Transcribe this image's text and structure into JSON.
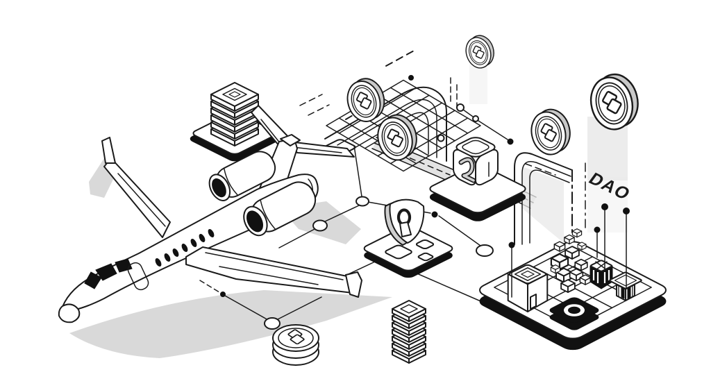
{
  "title": "Isometric illustration: private jet with blockchain / DAO concept",
  "labels": {
    "dao": "DAO"
  },
  "palette": {
    "ink": "#1a1a1a",
    "paper": "#ffffff",
    "shadow": "#d9d9d9",
    "light_band": "#e9e9e9",
    "coin_rim": "#c9c9c9"
  },
  "elements": [
    "private-jet-illustration",
    "crypto-coin-token (two interlocked squares logo) x6",
    "flat-coin-stack",
    "layered-data-stack on platform",
    "layered-data-tower",
    "isometric-grid-mesh",
    "smart-contract-rounded-cube on platform",
    "security-shield-keyhole on chip platform",
    "dao-city-platform with maze cube, block pile, x-cube, bank building, ring tile",
    "pipe-conduit-arches",
    "network-nodes-and-connectors",
    "dao-label"
  ]
}
